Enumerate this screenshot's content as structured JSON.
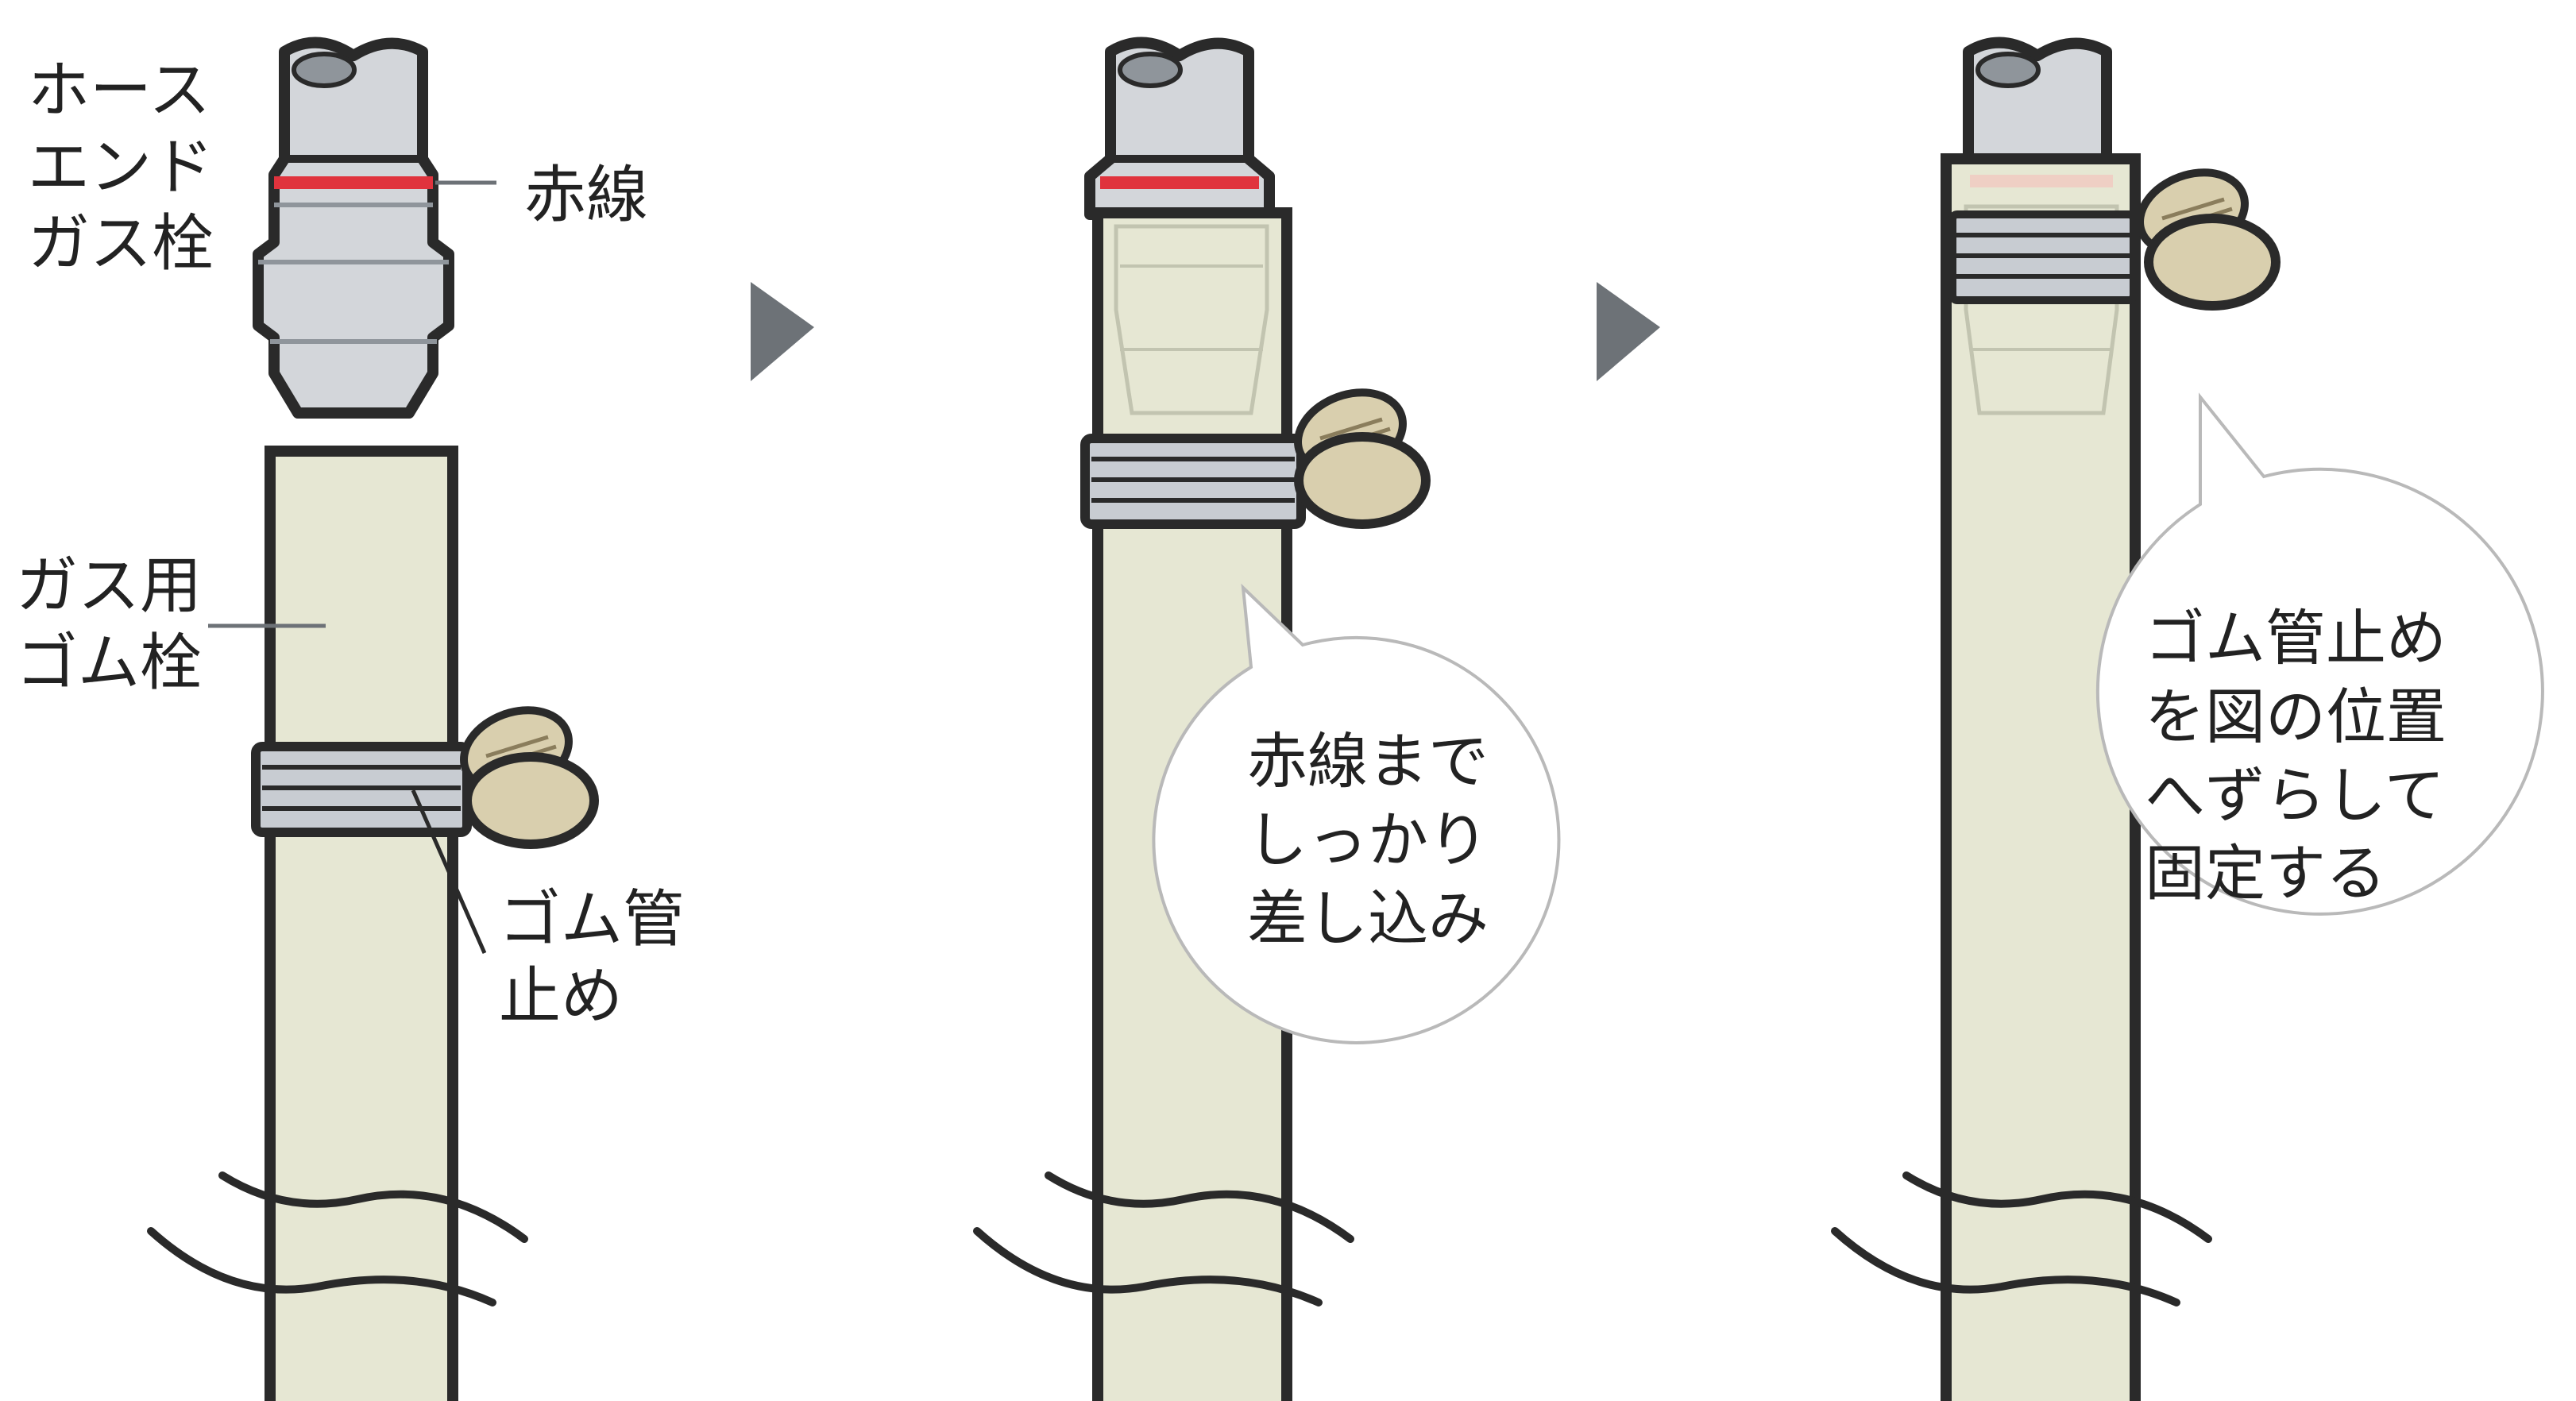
{
  "colors": {
    "outline": "#2a2a2a",
    "fitting_metal": "#d3d6da",
    "fitting_groove": "#8f959b",
    "red_line": "#e0333d",
    "hose_fill": "#e6e7d3",
    "clamp_band": "#c8ccd2",
    "clamp_knob": "#d9cfae",
    "arrow": "#6d7277",
    "bubble_stroke": "#b9b9b9",
    "text": "#222222"
  },
  "panels": [
    {
      "id": "before",
      "labels": {
        "hose_end_valve": [
          "ホース",
          "エンド",
          "ガス栓"
        ],
        "red_line": "赤線",
        "gas_rubber_plug": [
          "ガス用",
          "ゴム栓"
        ],
        "hose_clamp": [
          "ゴム管",
          "止め"
        ]
      }
    },
    {
      "id": "insert",
      "bubble": [
        "赤線まで",
        "しっかり",
        "差し込み"
      ]
    },
    {
      "id": "fix",
      "bubble": [
        "ゴム管止め",
        "を図の位置",
        "へずらして",
        "固定する"
      ]
    }
  ],
  "icons": [
    "arrow-right-icon",
    "arrow-right-icon"
  ]
}
